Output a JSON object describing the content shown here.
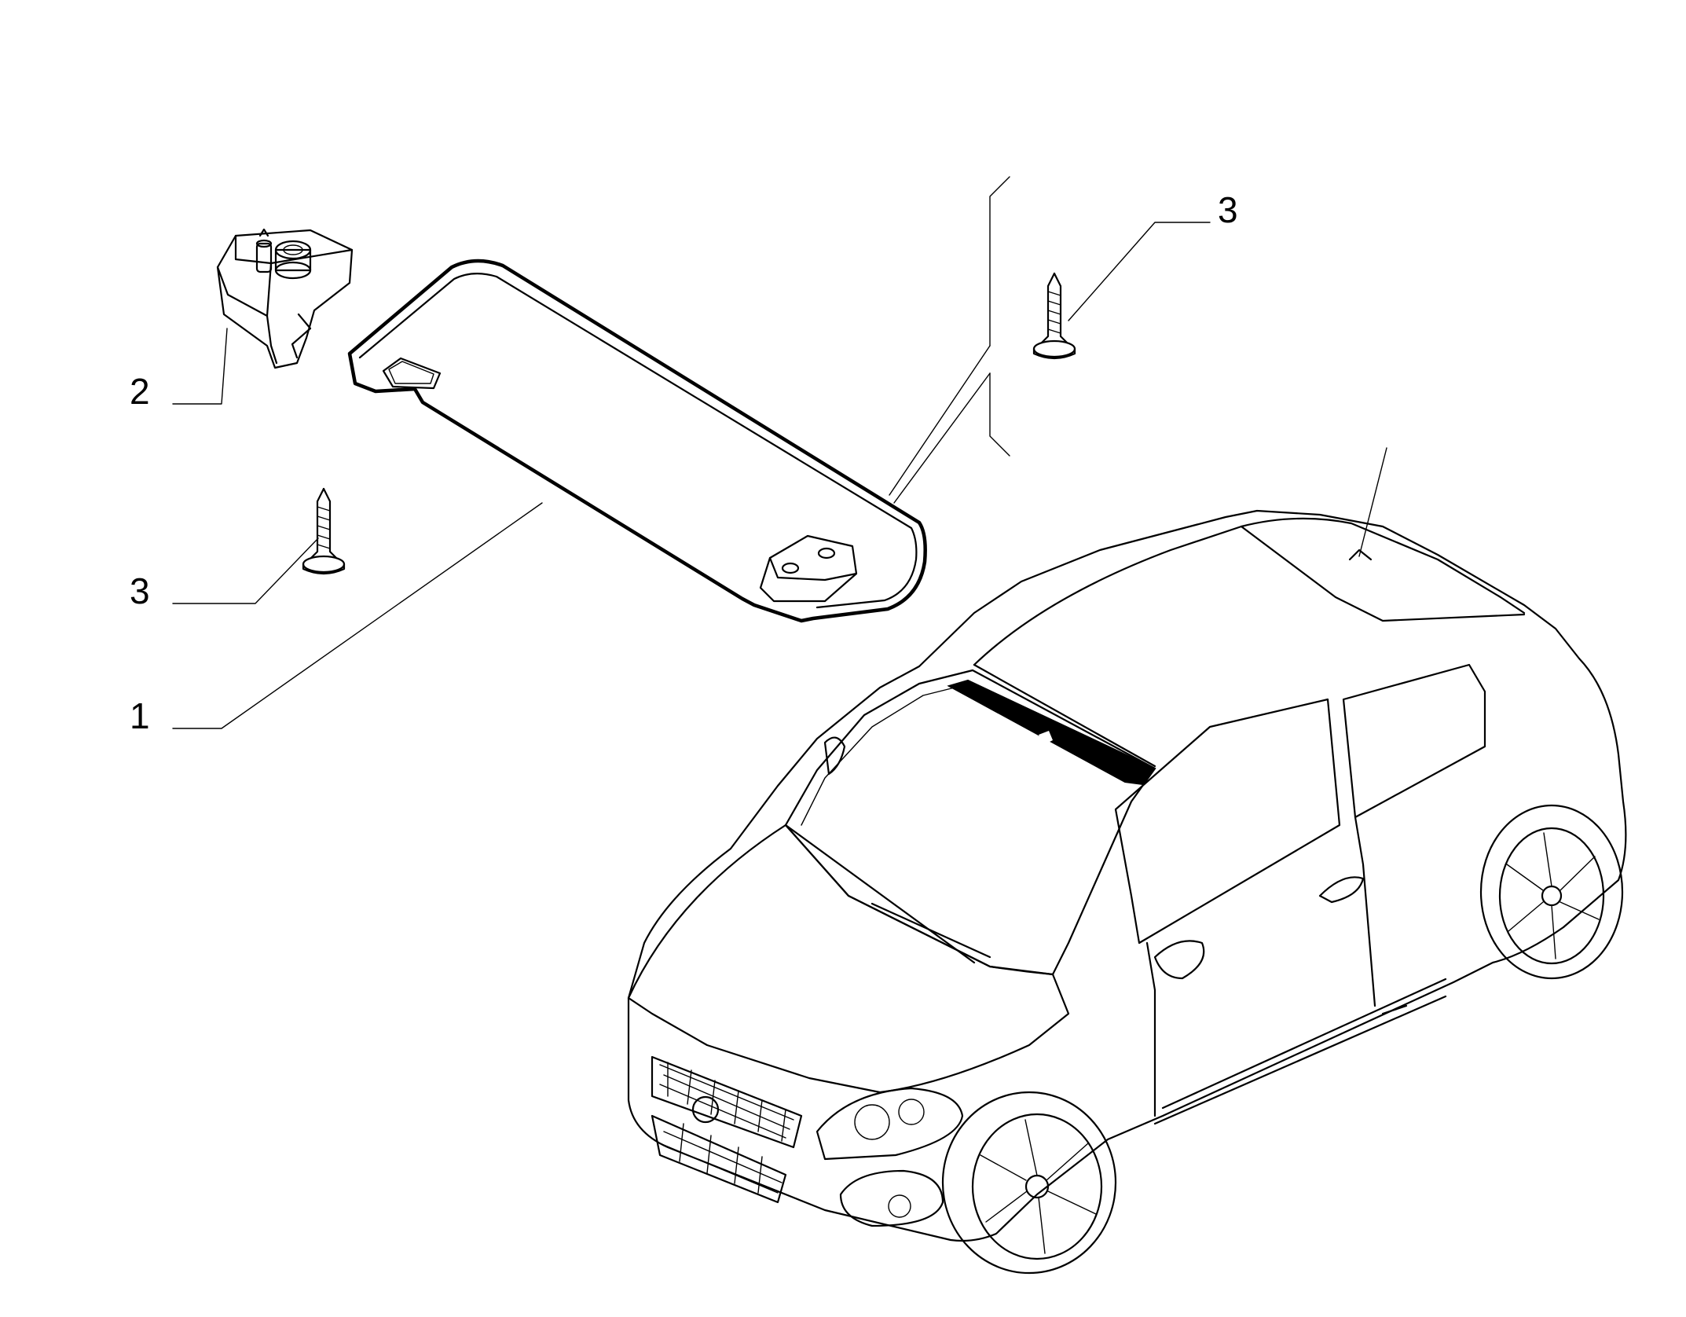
{
  "diagram": {
    "callouts": [
      {
        "id": "callout-1",
        "label": "1",
        "part": "sun-visor"
      },
      {
        "id": "callout-2",
        "label": "2",
        "part": "visor-hinge-bracket"
      },
      {
        "id": "callout-3a",
        "label": "3",
        "part": "screw-left"
      },
      {
        "id": "callout-3b",
        "label": "3",
        "part": "screw-right"
      }
    ],
    "colors": {
      "line": "#000000",
      "background": "#ffffff",
      "highlight": "#000000"
    }
  }
}
